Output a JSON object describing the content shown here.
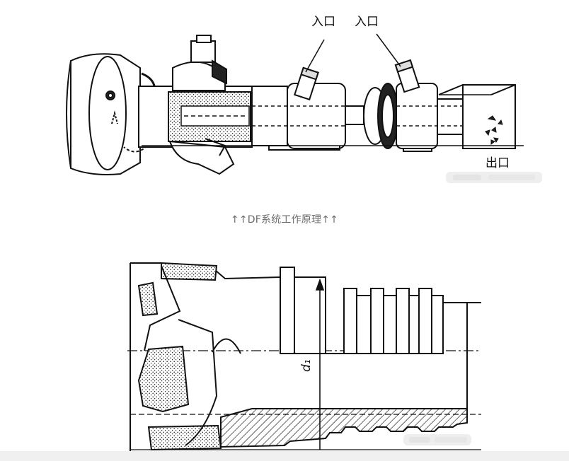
{
  "figure1": {
    "inlet_label_1": "入口",
    "inlet_label_2": "入口",
    "outlet_label": "出口"
  },
  "caption": "↑↑DF系统工作原理↑↑",
  "figure2": {
    "dimension_label": "d₁"
  }
}
